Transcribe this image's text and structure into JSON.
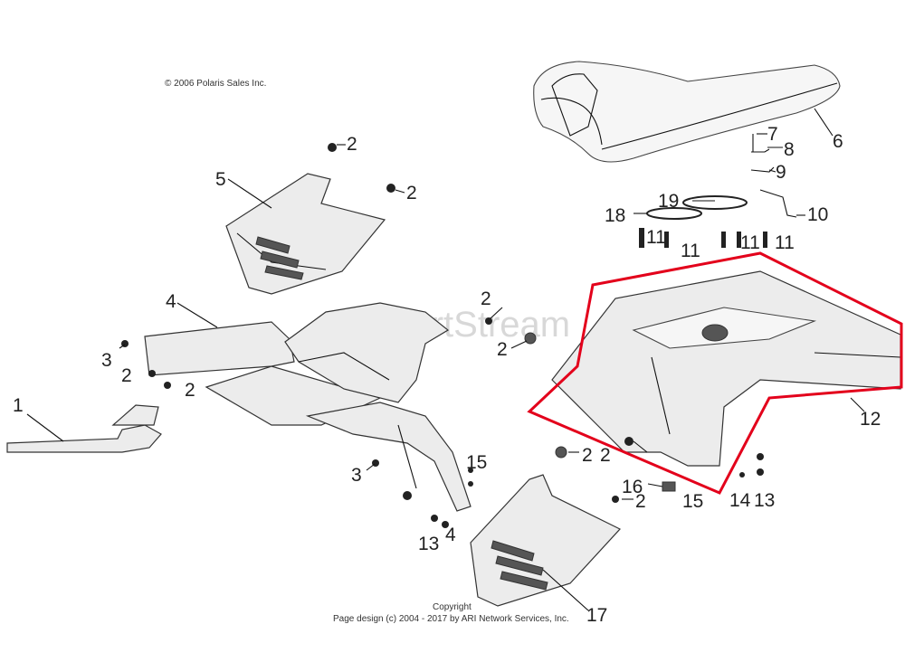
{
  "header": {
    "copyright_top": "© 2006 Polaris Sales Inc."
  },
  "watermark": "ARI PartStream",
  "footer": {
    "line1": "Copyright",
    "line2": "Page design (c) 2004 - 2017 by ARI Network Services, Inc."
  },
  "highlight_color": "#e3001b",
  "callouts": {
    "c_2a": "2",
    "c_2b": "2",
    "c_5": "5",
    "c_6": "6",
    "c_7": "7",
    "c_8": "8",
    "c_9": "9",
    "c_10": "10",
    "c_18": "18",
    "c_19": "19",
    "c_11a": "11",
    "c_11b": "11",
    "c_11c": "11",
    "c_11d": "11",
    "c_4a": "4",
    "c_2c": "2",
    "c_2d": "2",
    "c_3a": "3",
    "c_2e": "2",
    "c_2f": "2",
    "c_1": "1",
    "c_12": "12",
    "c_2g": "2",
    "c_3b": "3",
    "c_15a": "15",
    "c_2h": "2",
    "c_16": "16",
    "c_2i": "2",
    "c_15b": "15",
    "c_14": "14",
    "c_13a": "13",
    "c_13b": "13",
    "c_4b": "4",
    "c_17": "17"
  }
}
